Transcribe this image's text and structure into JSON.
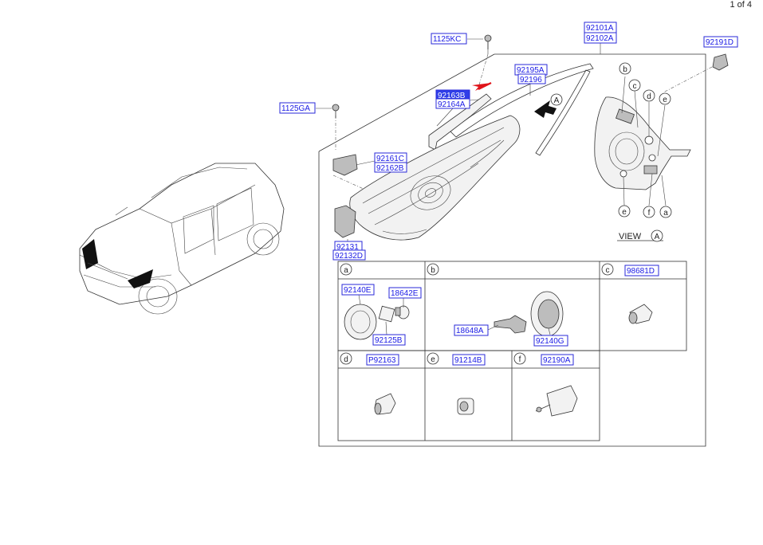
{
  "page_indicator": "1 of 4",
  "callouts": {
    "c1125KC": "1125KC",
    "c92101A": "92101A",
    "c92102A": "92102A",
    "c92191D": "92191D",
    "c92195A": "92195A",
    "c92196": "92196",
    "c92163B": "92163B",
    "c92164A": "92164A",
    "c1125GA": "1125GA",
    "c92161C": "92161C",
    "c92162B": "92162B",
    "c92131": "92131",
    "c92132D": "92132D",
    "c98681D": "98681D",
    "c92140E": "92140E",
    "c18642E": "18642E",
    "c92125B": "92125B",
    "c18648A": "18648A",
    "c92140G": "92140G",
    "cP92163": "P92163",
    "c91214B": "91214B",
    "c92190A": "92190A"
  },
  "letters": {
    "a": "a",
    "b": "b",
    "c": "c",
    "d": "d",
    "e": "e",
    "f": "f",
    "A": "A"
  },
  "view_label": "VIEW"
}
